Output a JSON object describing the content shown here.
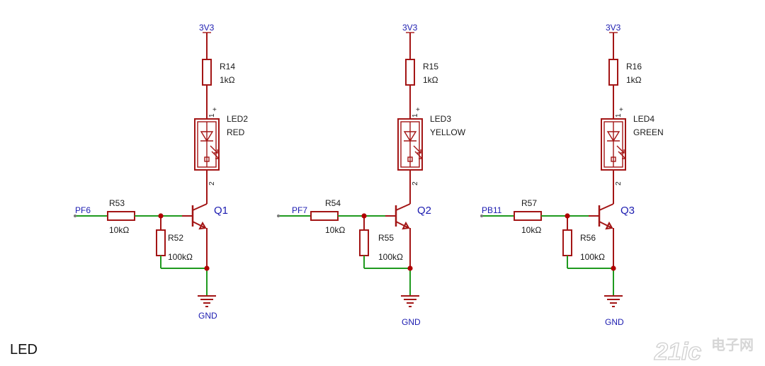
{
  "caption": "LED",
  "watermark": {
    "latin": "21ic",
    "cjk": "电子网"
  },
  "stages": [
    {
      "power": "3V3",
      "r_top": {
        "ref": "R14",
        "value": "1kΩ"
      },
      "led": {
        "ref": "LED2",
        "color": "RED"
      },
      "pin_plus": "+",
      "pin1": "1",
      "pin2": "2",
      "input_net": "PF6",
      "r_base": {
        "ref": "R53",
        "value": "10kΩ"
      },
      "r_pull": {
        "ref": "R52",
        "value": "100kΩ"
      },
      "transistor": "Q1",
      "ground": "GND"
    },
    {
      "power": "3V3",
      "r_top": {
        "ref": "R15",
        "value": "1kΩ"
      },
      "led": {
        "ref": "LED3",
        "color": "YELLOW"
      },
      "pin_plus": "+",
      "pin1": "1",
      "pin2": "2",
      "input_net": "PF7",
      "r_base": {
        "ref": "R54",
        "value": "10kΩ"
      },
      "r_pull": {
        "ref": "R55",
        "value": "100kΩ"
      },
      "transistor": "Q2",
      "ground": "GND"
    },
    {
      "power": "3V3",
      "r_top": {
        "ref": "R16",
        "value": "1kΩ"
      },
      "led": {
        "ref": "LED4",
        "color": "GREEN"
      },
      "pin_plus": "+",
      "pin1": "1",
      "pin2": "2",
      "input_net": "PB11",
      "r_base": {
        "ref": "R57",
        "value": "10kΩ"
      },
      "r_pull": {
        "ref": "R56",
        "value": "100kΩ"
      },
      "transistor": "Q3",
      "ground": "GND"
    }
  ]
}
